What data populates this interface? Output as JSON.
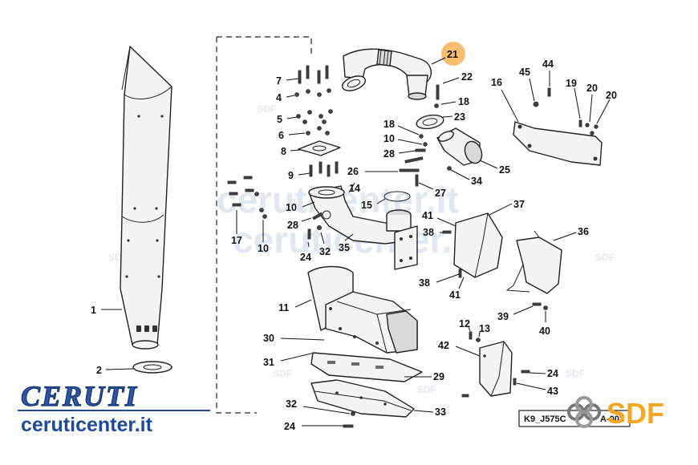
{
  "diagram": {
    "callouts": {
      "c1": "1",
      "c2": "2",
      "c4": "4",
      "c5": "5",
      "c6": "6",
      "c7": "7",
      "c8": "8",
      "c9": "9",
      "c10a": "10",
      "c10b": "10",
      "c10c": "10",
      "c11": "11",
      "c12": "12",
      "c13": "13",
      "c14": "14",
      "c15": "15",
      "c16": "16",
      "c17": "17",
      "c18a": "18",
      "c18b": "18",
      "c19": "19",
      "c20a": "20",
      "c20b": "20",
      "c21": "21",
      "c22": "22",
      "c23": "23",
      "c24a": "24",
      "c24b": "24",
      "c24c": "24",
      "c25": "25",
      "c26": "26",
      "c27": "27",
      "c28a": "28",
      "c28b": "28",
      "c29": "29",
      "c30": "30",
      "c31": "31",
      "c32a": "32",
      "c32b": "32",
      "c33": "33",
      "c34": "34",
      "c35": "35",
      "c36": "36",
      "c37": "37",
      "c38a": "38",
      "c38b": "38",
      "c39": "39",
      "c40": "40",
      "c41a": "41",
      "c41b": "41",
      "c42": "42",
      "c43": "43",
      "c44": "44",
      "c45": "45"
    },
    "highlighted_callout": "21",
    "drawing_code": "K9_J575C",
    "drawing_code_suffix": "A-002"
  },
  "branding": {
    "dealer_logo": "CERUTI",
    "dealer_url": "ceruticenter.it",
    "manufacturer_logo": "SDF"
  },
  "watermark": {
    "small_mark": "SDF",
    "large_mark": "ceruticenter.it"
  },
  "colors": {
    "highlight": "#f5b75e",
    "dealer_blue": "#2c57a8",
    "sdf_orange": "#f5a623"
  }
}
